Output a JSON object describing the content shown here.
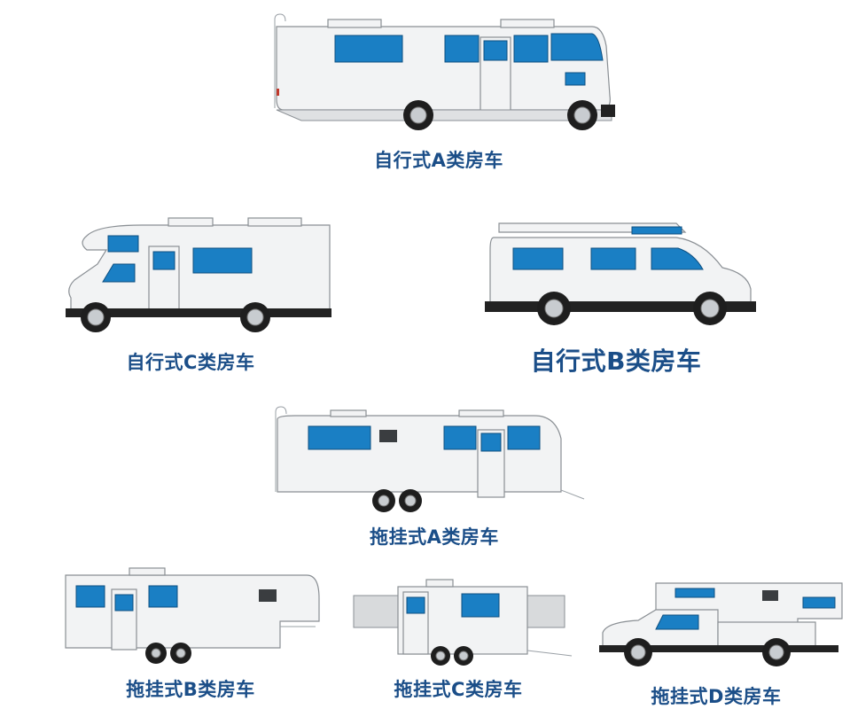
{
  "vehicles": [
    {
      "id": "motorhome-a",
      "label": "自行式A类房车"
    },
    {
      "id": "motorhome-c",
      "label": "自行式C类房车"
    },
    {
      "id": "motorhome-b",
      "label": "自行式B类房车"
    },
    {
      "id": "trailer-a",
      "label": "拖挂式A类房车"
    },
    {
      "id": "trailer-b",
      "label": "拖挂式B类房车"
    },
    {
      "id": "trailer-c",
      "label": "拖挂式C类房车"
    },
    {
      "id": "trailer-d",
      "label": "拖挂式D类房车"
    }
  ],
  "colors": {
    "label": "#1b4e88",
    "window": "#1a7fc4",
    "body": "#f2f3f4"
  }
}
